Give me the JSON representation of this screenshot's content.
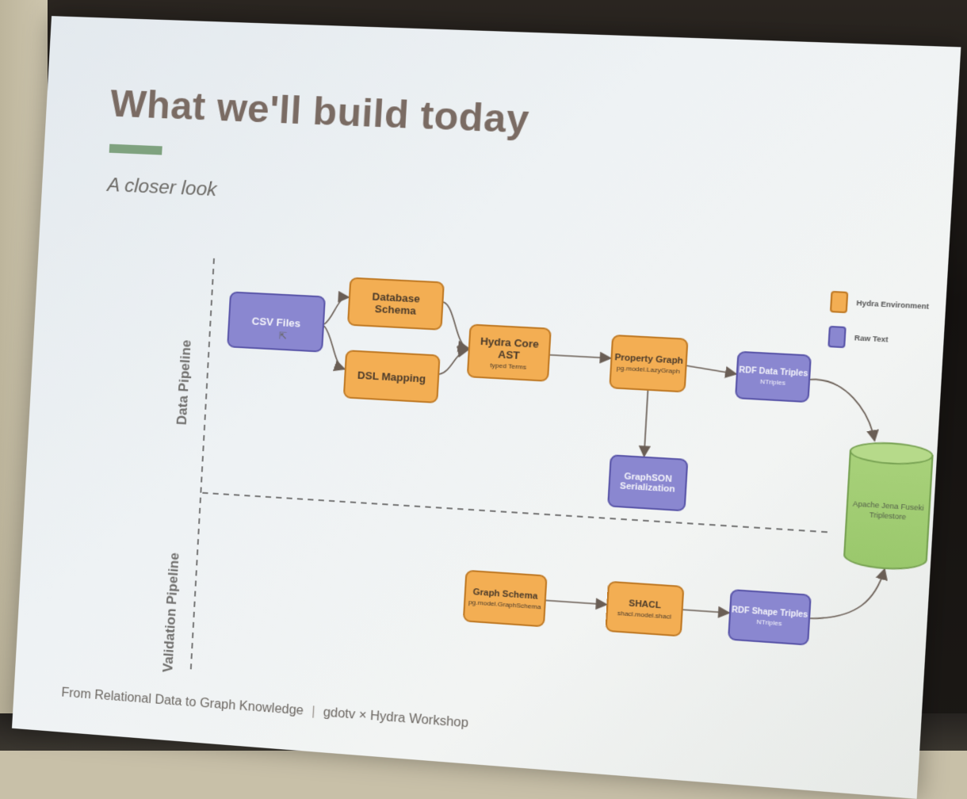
{
  "slide": {
    "title": "What we'll build today",
    "subtitle": "A closer look",
    "footer_left": "From Relational Data to Graph Knowledge",
    "footer_sep": "|",
    "footer_right": "gdotv × Hydra Workshop"
  },
  "pipelines": {
    "data": "Data Pipeline",
    "validation": "Validation Pipeline"
  },
  "legend": {
    "hydra": "Hydra Environment",
    "raw": "Raw Text"
  },
  "nodes": {
    "csv": {
      "label": "CSV Files"
    },
    "db_schema": {
      "label": "Database Schema"
    },
    "dsl": {
      "label": "DSL Mapping"
    },
    "core_ast": {
      "label": "Hydra Core AST",
      "sub": "typed Terms"
    },
    "property_graph": {
      "label": "Property Graph",
      "sub": "pg.model.LazyGraph"
    },
    "rdf_data": {
      "label": "RDF Data Triples",
      "sub": "NTriples"
    },
    "graphson": {
      "label": "GraphSON",
      "label2": "Serialization"
    },
    "fuseki": {
      "label": "Apache Jena Fuseki",
      "sub": "Triplestore"
    },
    "graph_schema": {
      "label": "Graph Schema",
      "sub": "pg.model.GraphSchema"
    },
    "shacl": {
      "label": "SHACL",
      "sub": "shacl.model.shacl"
    },
    "rdf_shape": {
      "label": "RDF Shape Triples",
      "sub": "NTriples"
    }
  },
  "colors": {
    "hydra": "#f3ae53",
    "raw": "#8a87d0",
    "store": "#a8d17a",
    "title": "#7a6b63",
    "accent_bar": "#7fa27f"
  }
}
